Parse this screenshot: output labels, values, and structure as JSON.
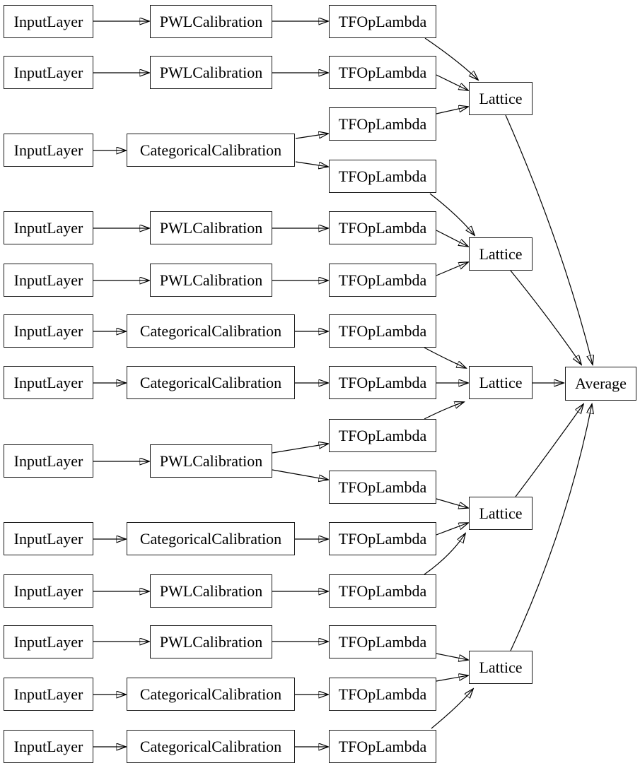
{
  "diagram": {
    "rows": [
      {
        "input": "InputLayer",
        "calibration": "PWLCalibration",
        "outputs": [
          "TFOpLambda"
        ]
      },
      {
        "input": "InputLayer",
        "calibration": "PWLCalibration",
        "outputs": [
          "TFOpLambda"
        ]
      },
      {
        "input": "InputLayer",
        "calibration": "CategoricalCalibration",
        "outputs": [
          "TFOpLambda",
          "TFOpLambda"
        ]
      },
      {
        "input": "InputLayer",
        "calibration": "PWLCalibration",
        "outputs": [
          "TFOpLambda"
        ]
      },
      {
        "input": "InputLayer",
        "calibration": "PWLCalibration",
        "outputs": [
          "TFOpLambda"
        ]
      },
      {
        "input": "InputLayer",
        "calibration": "CategoricalCalibration",
        "outputs": [
          "TFOpLambda"
        ]
      },
      {
        "input": "InputLayer",
        "calibration": "CategoricalCalibration",
        "outputs": [
          "TFOpLambda"
        ]
      },
      {
        "input": "InputLayer",
        "calibration": "PWLCalibration",
        "outputs": [
          "TFOpLambda",
          "TFOpLambda"
        ]
      },
      {
        "input": "InputLayer",
        "calibration": "CategoricalCalibration",
        "outputs": [
          "TFOpLambda"
        ]
      },
      {
        "input": "InputLayer",
        "calibration": "PWLCalibration",
        "outputs": [
          "TFOpLambda"
        ]
      },
      {
        "input": "InputLayer",
        "calibration": "PWLCalibration",
        "outputs": [
          "TFOpLambda"
        ]
      },
      {
        "input": "InputLayer",
        "calibration": "CategoricalCalibration",
        "outputs": [
          "TFOpLambda"
        ]
      },
      {
        "input": "InputLayer",
        "calibration": "CategoricalCalibration",
        "outputs": [
          "TFOpLambda"
        ]
      }
    ],
    "lattices": [
      {
        "label": "Lattice"
      },
      {
        "label": "Lattice"
      },
      {
        "label": "Lattice"
      },
      {
        "label": "Lattice"
      },
      {
        "label": "Lattice"
      }
    ],
    "output": {
      "label": "Average"
    },
    "colors": {
      "node_border": "#1a1a1a",
      "edge": "#000000",
      "background": "#ffffff"
    },
    "edges": [
      [
        "input-1",
        "calibration-1"
      ],
      [
        "input-2",
        "calibration-2"
      ],
      [
        "input-3",
        "calibration-3"
      ],
      [
        "input-4",
        "calibration-4"
      ],
      [
        "input-5",
        "calibration-5"
      ],
      [
        "input-6",
        "calibration-6"
      ],
      [
        "input-7",
        "calibration-7"
      ],
      [
        "input-8",
        "calibration-8"
      ],
      [
        "input-9",
        "calibration-9"
      ],
      [
        "input-10",
        "calibration-10"
      ],
      [
        "input-11",
        "calibration-11"
      ],
      [
        "input-12",
        "calibration-12"
      ],
      [
        "input-13",
        "calibration-13"
      ],
      [
        "calibration-1",
        "tfoplambda-1"
      ],
      [
        "calibration-2",
        "tfoplambda-2"
      ],
      [
        "calibration-3",
        "tfoplambda-3a"
      ],
      [
        "calibration-3",
        "tfoplambda-3b"
      ],
      [
        "calibration-4",
        "tfoplambda-4"
      ],
      [
        "calibration-5",
        "tfoplambda-5"
      ],
      [
        "calibration-6",
        "tfoplambda-6"
      ],
      [
        "calibration-7",
        "tfoplambda-7"
      ],
      [
        "calibration-8",
        "tfoplambda-8a"
      ],
      [
        "calibration-8",
        "tfoplambda-8b"
      ],
      [
        "calibration-9",
        "tfoplambda-9"
      ],
      [
        "calibration-10",
        "tfoplambda-10"
      ],
      [
        "calibration-11",
        "tfoplambda-11"
      ],
      [
        "calibration-12",
        "tfoplambda-12"
      ],
      [
        "calibration-13",
        "tfoplambda-13"
      ],
      [
        "tfoplambda-1",
        "lattice-1"
      ],
      [
        "tfoplambda-2",
        "lattice-1"
      ],
      [
        "tfoplambda-3a",
        "lattice-1"
      ],
      [
        "tfoplambda-3b",
        "lattice-2"
      ],
      [
        "tfoplambda-4",
        "lattice-2"
      ],
      [
        "tfoplambda-5",
        "lattice-2"
      ],
      [
        "tfoplambda-6",
        "lattice-3"
      ],
      [
        "tfoplambda-7",
        "lattice-3"
      ],
      [
        "tfoplambda-8a",
        "lattice-3"
      ],
      [
        "tfoplambda-8b",
        "lattice-4"
      ],
      [
        "tfoplambda-9",
        "lattice-4"
      ],
      [
        "tfoplambda-10",
        "lattice-4"
      ],
      [
        "tfoplambda-11",
        "lattice-5"
      ],
      [
        "tfoplambda-12",
        "lattice-5"
      ],
      [
        "tfoplambda-13",
        "lattice-5"
      ],
      [
        "lattice-1",
        "average"
      ],
      [
        "lattice-2",
        "average"
      ],
      [
        "lattice-3",
        "average"
      ],
      [
        "lattice-4",
        "average"
      ],
      [
        "lattice-5",
        "average"
      ]
    ]
  }
}
